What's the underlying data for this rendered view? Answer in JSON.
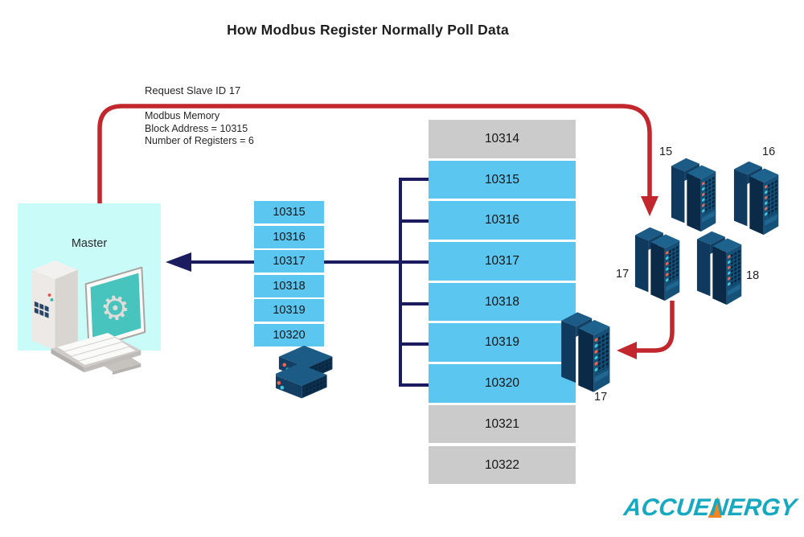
{
  "title": "How Modbus Register Normally Poll Data",
  "request": {
    "label": "Request Slave ID 17",
    "memory": [
      "Modbus Memory",
      "Block Address = 10315",
      "Number of Registers = 6"
    ]
  },
  "master": {
    "label": "Master"
  },
  "response_registers": {
    "rows": [
      "10315",
      "10316",
      "10317",
      "10318",
      "10319",
      "10320"
    ]
  },
  "memory_registers": {
    "rows": [
      {
        "value": "10314",
        "state": "outside"
      },
      {
        "value": "10315",
        "state": "polled"
      },
      {
        "value": "10316",
        "state": "polled"
      },
      {
        "value": "10317",
        "state": "polled"
      },
      {
        "value": "10318",
        "state": "polled"
      },
      {
        "value": "10319",
        "state": "polled"
      },
      {
        "value": "10320",
        "state": "polled"
      },
      {
        "value": "10321",
        "state": "outside"
      },
      {
        "value": "10322",
        "state": "outside"
      }
    ]
  },
  "slaves": {
    "bank": [
      {
        "id": "15"
      },
      {
        "id": "16"
      },
      {
        "id": "17"
      },
      {
        "id": "18"
      }
    ],
    "responding": {
      "id": "17"
    }
  },
  "logo": {
    "left": "ACCUE",
    "right": "NERGY"
  },
  "icons": {
    "gear": "⚙"
  },
  "colors": {
    "request_arrow": "#c1272d",
    "response_arrow": "#1b1b60",
    "register_active": "#5bc6f0",
    "register_inactive": "#cbcbcb",
    "master_background": "#c9fbf9",
    "logo_teal": "#17a9c0",
    "logo_orange": "#f5831f"
  }
}
